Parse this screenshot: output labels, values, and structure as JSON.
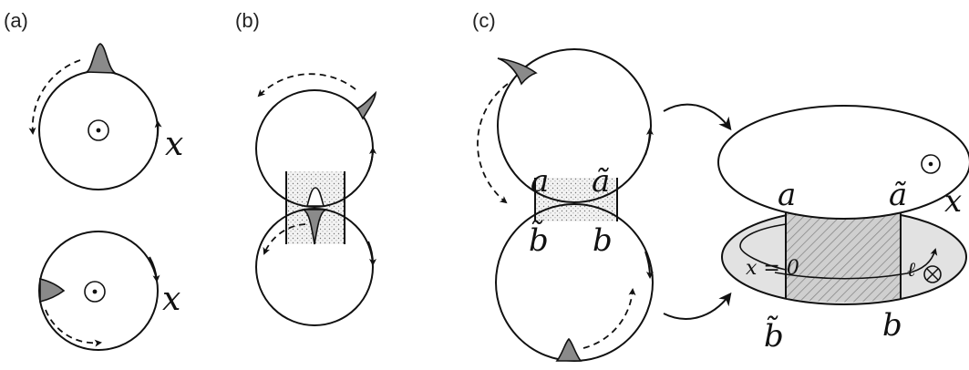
{
  "panels": {
    "a": {
      "label": "(a)",
      "top_circle_coord": "x",
      "bottom_circle_coord": "x"
    },
    "b": {
      "label": "(b)"
    },
    "c": {
      "label": "(c)",
      "corner_a": "a",
      "corner_a_tilde": "ã",
      "corner_b_tilde": "b̃",
      "corner_b": "b",
      "torus": {
        "label_a": "a",
        "label_a_tilde": "ã",
        "label_b_tilde": "b̃",
        "label_b": "b",
        "coord": "x",
        "start_eq": "x = 0",
        "end_label": "ℓ"
      }
    }
  },
  "colors": {
    "stroke": "#111111",
    "blob": "#8a8a8a",
    "annulus": "#e2e2e2"
  }
}
